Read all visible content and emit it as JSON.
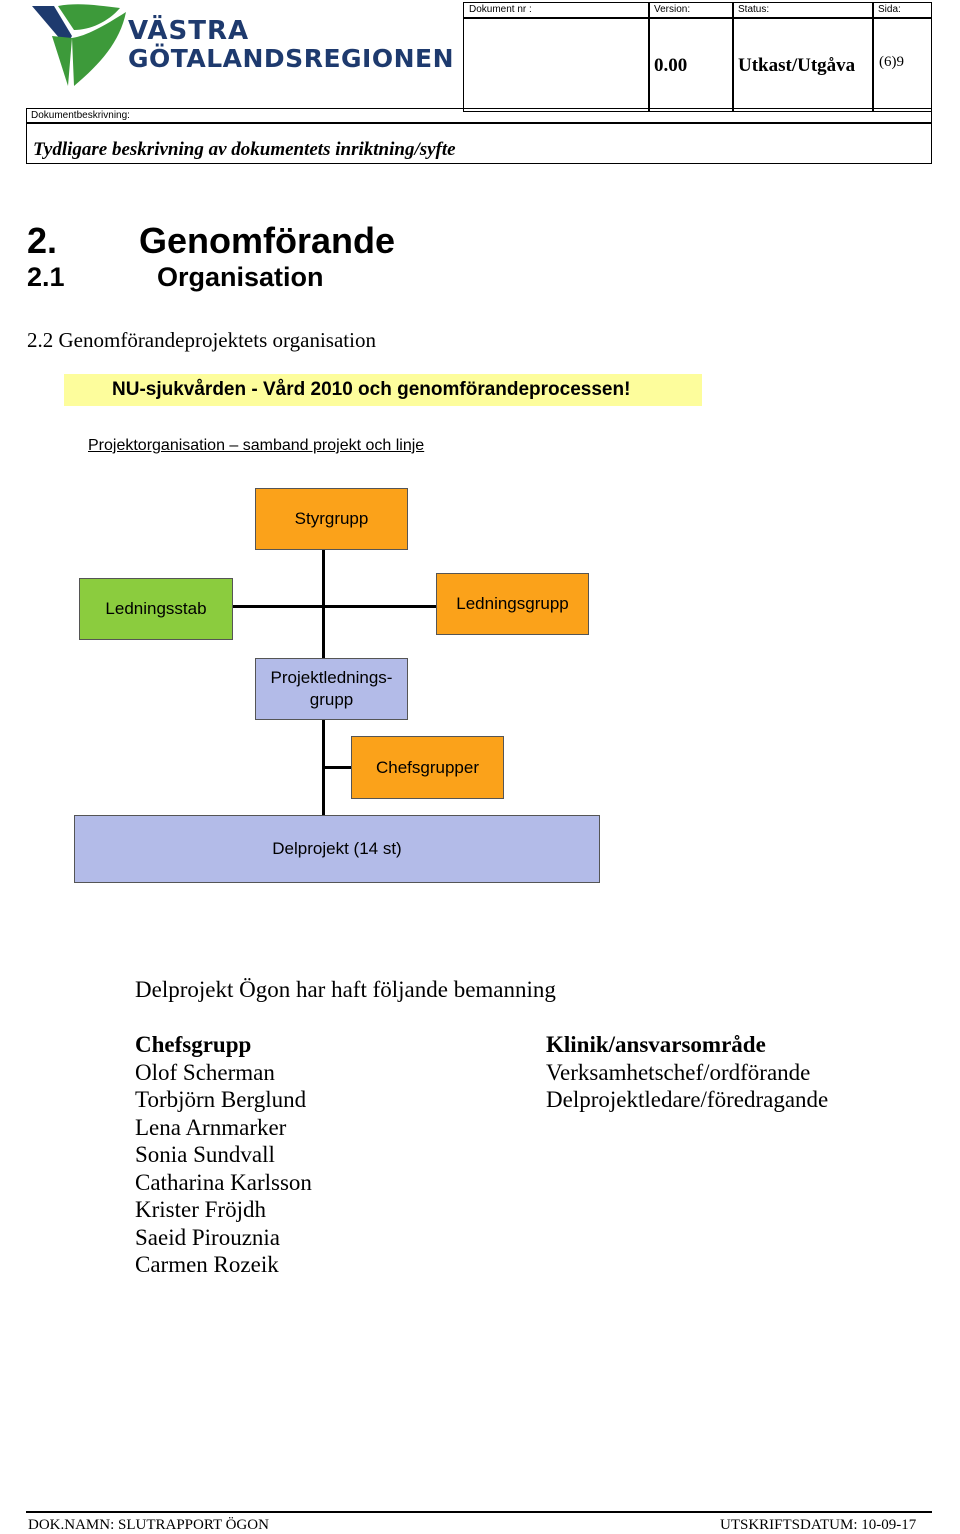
{
  "header": {
    "logo_line1": "VÄSTRA",
    "logo_line2": "GÖTALANDSREGIONEN",
    "doc_nr_label": "Dokument nr :",
    "doc_nr_value": "",
    "version_label": "Version:",
    "version_value": "0.00",
    "status_label": "Status:",
    "status_value": "Utkast/Utgåva",
    "page_label": "Sida:",
    "page_value": "(6)9",
    "description_label": "Dokumentbeskrivning:",
    "description_value": "Tydligare beskrivning av dokumentets inriktning/syfte"
  },
  "colors": {
    "logo_blue": "#1e3a6e",
    "logo_green": "#3d9a3a",
    "banner_yellow": "#fdfd9c",
    "node_orange": "#fba21a",
    "node_green": "#8bcc3e",
    "node_blue": "#b3bbe8"
  },
  "headings": {
    "h1_number": "2.",
    "h1_text": "Genomförande",
    "h2_number": "2.1",
    "h2_text": "Organisation",
    "h3": "2.2 Genomförandeprojektets organisation"
  },
  "banner": "NU-sjukvården - Vård 2010 och genomförandeprocessen!",
  "org_chart": {
    "title": "Projektorganisation – samband projekt och linje",
    "nodes": {
      "styrgrupp": "Styrgrupp",
      "ledningsstab": "Ledningsstab",
      "ledningsgrupp": "Ledningsgrupp",
      "projektledningsgrupp_1": "Projektlednings-",
      "projektledningsgrupp_2": "grupp",
      "chefsgrupper": "Chefsgrupper",
      "delprojekt": "Delprojekt  (14 st)"
    }
  },
  "staffing": {
    "intro": "Delprojekt Ögon har haft följande bemanning",
    "col1_header": "Chefsgrupp",
    "col2_header": "Klinik/ansvarsområde",
    "names": [
      "Olof Scherman",
      "Torbjörn Berglund",
      "Lena Arnmarker",
      "Sonia Sundvall",
      "Catharina Karlsson",
      "Krister Fröjdh",
      "Saeid Pirouznia",
      "Carmen Rozeik"
    ],
    "roles": [
      "Verksamhetschef/ordförande",
      "Delprojektledare/föredragande"
    ]
  },
  "footer": {
    "left": "DOK.NAMN: SLUTRAPPORT ÖGON",
    "right": "UTSKRIFTSDATUM: 10-09-17"
  }
}
